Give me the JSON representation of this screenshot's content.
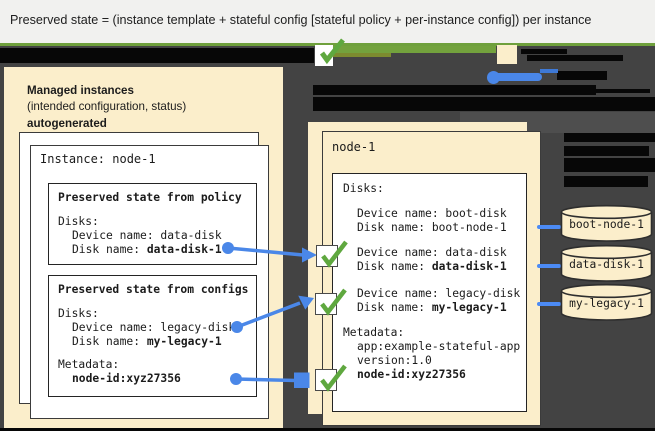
{
  "title": "Preserved state = (instance template + stateful config [stateful policy + per-instance config]) per instance",
  "colors": {
    "background_dark": "#434343",
    "panel_cream": "#FBEECB",
    "accent_green": "#73A23D",
    "check_green": "#5FA83F",
    "connector_blue": "#4A87E8",
    "titlebar_bg": "#F1F1EF"
  },
  "left_panel": {
    "header": {
      "line1": "Managed instances",
      "line2": "(intended configuration, status)",
      "line3": "autogenerated"
    },
    "instance_title": "Instance: node-1",
    "policy_box": {
      "title": "Preserved state from policy",
      "disks_label": "Disks:",
      "device_line": "Device name: data-disk",
      "disk_prefix": "Disk name: ",
      "disk_value": "data-disk-1"
    },
    "configs_box": {
      "title": "Preserved state from configs",
      "disks_label": "Disks:",
      "device_line": "Device name: legacy-disk",
      "disk_prefix": "Disk name: ",
      "disk_value": "my-legacy-1",
      "metadata_label": "Metadata:",
      "metadata_value": "node-id:xyz27356"
    }
  },
  "right_panel": {
    "title": "node-1",
    "box": {
      "disks_label": "Disks:",
      "boot_device": "Device name: boot-disk",
      "boot_disk": "Disk name: boot-node-1",
      "data_device": "Device name: data-disk",
      "data_disk_prefix": "Disk name: ",
      "data_disk_value": "data-disk-1",
      "legacy_device": "Device name: legacy-disk",
      "legacy_disk_prefix": "Disk name: ",
      "legacy_disk_value": "my-legacy-1",
      "metadata_label": "Metadata:",
      "metadata_line1": "app:example-stateful-app",
      "metadata_line2": "version:1.0",
      "metadata_value": "node-id:xyz27356"
    }
  },
  "disks": [
    {
      "label": "boot-node-1"
    },
    {
      "label": "data-disk-1"
    },
    {
      "label": "my-legacy-1"
    }
  ]
}
